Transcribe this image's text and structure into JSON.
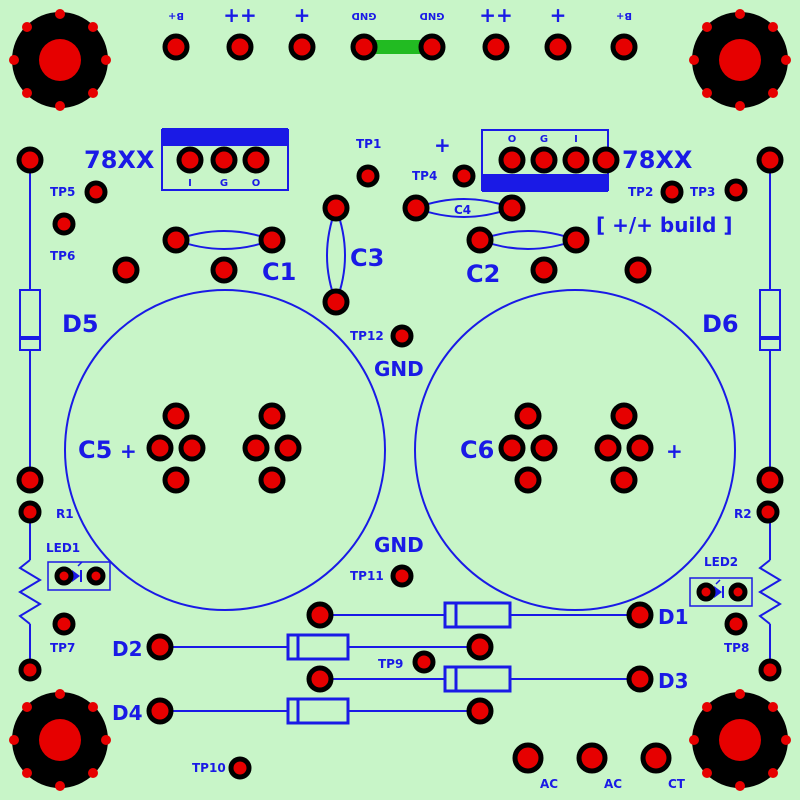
{
  "connector_top": [
    "B+",
    "++",
    "+",
    "GND",
    "GND",
    "++",
    "+",
    "B+"
  ],
  "reg_left": {
    "name": "78XX",
    "pins": [
      "I",
      "G",
      "O"
    ]
  },
  "reg_right": {
    "name": "78XX",
    "pins": [
      "O",
      "G",
      "I"
    ]
  },
  "build_note": "[ +/+ build ]",
  "plus_sign": "+",
  "caps": {
    "c1": "C1",
    "c2": "C2",
    "c3": "C3",
    "c4": "C4",
    "c5": "C5",
    "c6": "C6"
  },
  "gnd_upper": "GND",
  "gnd_lower": "GND",
  "diodes": {
    "d1": "D1",
    "d2": "D2",
    "d3": "D3",
    "d4": "D4",
    "d5": "D5",
    "d6": "D6"
  },
  "resistors": {
    "r1": "R1",
    "r2": "R2"
  },
  "leds": {
    "led1": "LED1",
    "led2": "LED2"
  },
  "testpoints": {
    "tp1": "TP1",
    "tp2": "TP2",
    "tp3": "TP3",
    "tp4": "TP4",
    "tp5": "TP5",
    "tp6": "TP6",
    "tp7": "TP7",
    "tp8": "TP8",
    "tp9": "TP9",
    "tp10": "TP10",
    "tp11": "TP11",
    "tp12": "TP12"
  },
  "ac_inputs": [
    "AC",
    "AC",
    "CT"
  ],
  "colors": {
    "board": "#c8f5c8",
    "silkscreen": "#1a1ae6",
    "pad_ring": "#000000",
    "pad_core": "#e60000",
    "jumper": "#22bb22"
  }
}
